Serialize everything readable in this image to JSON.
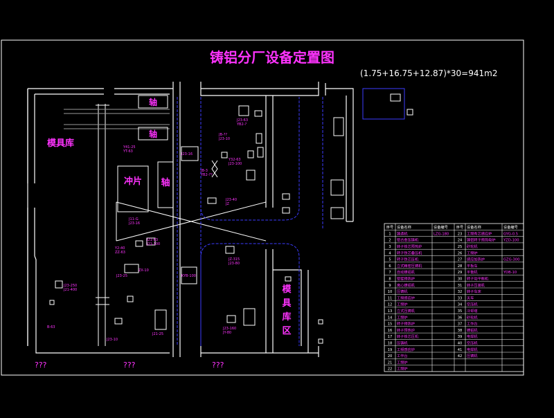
{
  "title": "铸铝分厂设备定置图",
  "area_formula": "(1.75+16.75+12.87)*30=941m2",
  "rooms": {
    "mold_storage": "模具库",
    "shaft_a": "轴",
    "shaft_b": "轴",
    "punch": "冲片",
    "shaft_c": "轴",
    "mold_zone_1": "模",
    "mold_zone_2": "具",
    "mold_zone_3": "库",
    "mold_zone_4": "区"
  },
  "placeholders": [
    "???",
    "???",
    "???"
  ],
  "equipment_labels": [
    "J23-63",
    "YB2-?",
    "JB-??",
    "J23-10",
    "Y32-63",
    "J23-100",
    "JB-3",
    "YB2-??",
    "J23-16",
    "Y41-25",
    "YT-63",
    "J23-40",
    "JZ",
    "J11-G",
    "J23-16",
    "J21-63",
    "J21-100",
    "Y2-40",
    "ZZ-63",
    "J23-25",
    "ZX-10",
    "JZ-315",
    "J23-80",
    "KYB-100",
    "J23-160",
    "JY-80",
    "J23-250",
    "J21-400",
    "B-63",
    "J23-10",
    "J21-25"
  ],
  "table": {
    "headers": [
      "序号",
      "设备名称",
      "设备编号",
      "序号",
      "设备名称",
      "设备编号"
    ],
    "rows": [
      [
        "1",
        "铸造机",
        "LZG-180",
        "23",
        "工频有芯感应炉",
        "GYG-0.5"
      ],
      [
        "2",
        "铝合金压铸机",
        "",
        "24",
        "铸铝转子预热电炉",
        "YZD-100"
      ],
      [
        "3",
        "转子铁芯预热炉",
        "",
        "25",
        "砂轮机",
        ""
      ],
      [
        "4",
        "转子铁芯叠压机",
        "",
        "26",
        "工频炉",
        ""
      ],
      [
        "5",
        "转子铁芯压机",
        "",
        "27",
        "感应加热炉",
        "GZG-300"
      ],
      [
        "6",
        "立式精密压铸机",
        "",
        "28",
        "平板车",
        ""
      ],
      [
        "7",
        "自动铸铝机",
        "",
        "29",
        "平衡机",
        "YDB-10"
      ],
      [
        "8",
        "铝锭预热炉",
        "",
        "30",
        "转子动平衡机",
        ""
      ],
      [
        "9",
        "离心铸铝机",
        "",
        "31",
        "转子压装机",
        ""
      ],
      [
        "10",
        "压铸机",
        "",
        "32",
        "转子车床",
        ""
      ],
      [
        "11",
        "工频感应炉",
        "",
        "33",
        "天车",
        ""
      ],
      [
        "12",
        "工频炉",
        "",
        "34",
        "空压机",
        ""
      ],
      [
        "13",
        "立式压铸机",
        "",
        "35",
        "冷却塔",
        ""
      ],
      [
        "14",
        "工频炉",
        "",
        "36",
        "砂轮机",
        ""
      ],
      [
        "15",
        "转子预热炉",
        "",
        "37",
        "工作台",
        ""
      ],
      [
        "16",
        "转子预热炉",
        "",
        "38",
        "铸铝机",
        ""
      ],
      [
        "17",
        "转子铁芯压机",
        "",
        "39",
        "电焊机",
        ""
      ],
      [
        "18",
        "压铸机",
        "",
        "40",
        "空压机",
        ""
      ],
      [
        "19",
        "工频感应炉",
        "",
        "41",
        "电焊机",
        ""
      ],
      [
        "20",
        "工作台",
        "",
        "42",
        "压铸机",
        ""
      ],
      [
        "21",
        "工频炉",
        "",
        "",
        "",
        ""
      ],
      [
        "22",
        "工频炉",
        "",
        "",
        "",
        ""
      ]
    ]
  },
  "colors": {
    "background": "#000000",
    "walls": "#ffffff",
    "grey": "#9a9a9a",
    "accent": "#ff33ff",
    "blue": "#3b3bff"
  }
}
